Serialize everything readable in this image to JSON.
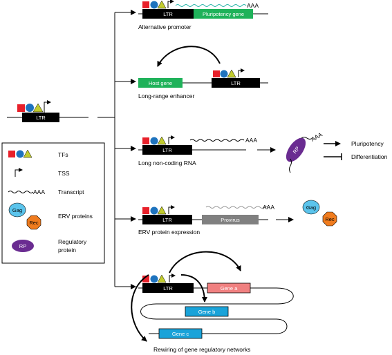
{
  "main_ltr": {
    "ltr_label": "LTR"
  },
  "branches": {
    "alt_promoter": {
      "caption": "Alternative promoter",
      "ltr_label": "LTR",
      "gene_label": "Pluripotency gene",
      "polyA": "AAA",
      "gene_color": "#1fb25a",
      "transcript_color": "#2ab5a8"
    },
    "enhancer": {
      "caption": "Long-range enhancer",
      "host_gene_label": "Host gene",
      "ltr_label": "LTR",
      "gene_color": "#1fb25a"
    },
    "lncrna": {
      "caption": "Long non-coding RNA",
      "ltr_label": "LTR",
      "polyA": "AAA",
      "rp_label": "RP",
      "rp_polyA": "AAA",
      "outcome_1": "Pluripotency",
      "outcome_2": "Differentiation",
      "rp_color": "#6a2c91"
    },
    "erv": {
      "caption": "ERV protein expression",
      "ltr_label": "LTR",
      "provirus_label": "Provirus",
      "polyA": "AAA",
      "gag_label": "Gag",
      "rec_label": "Rec",
      "provirus_color": "#808080",
      "transcript_color": "#999999"
    },
    "rewiring": {
      "caption": "Rewiring of gene regulatory networks",
      "ltr_label": "LTR",
      "gene_a": "Gene a",
      "gene_b": "Gene b",
      "gene_c": "Gene c",
      "gene_a_color": "#f08080",
      "gene_bc_color": "#1aa3d9"
    }
  },
  "legend": {
    "tfs": "TFs",
    "tss": "TSS",
    "transcript": "Transcript",
    "transcript_polyA": "AAA",
    "erv_proteins": "ERV proteins",
    "gag": "Gag",
    "rec": "Rec",
    "regulatory_protein_line1": "Regulatory",
    "regulatory_protein_line2": "protein",
    "rp": "RP"
  },
  "colors": {
    "tf_red": "#e8202a",
    "tf_blue": "#1e73be",
    "tf_yellow": "#c2cc2e",
    "gag": "#5bc4ec",
    "rec": "#f07c1e",
    "rp": "#6a2c91"
  }
}
